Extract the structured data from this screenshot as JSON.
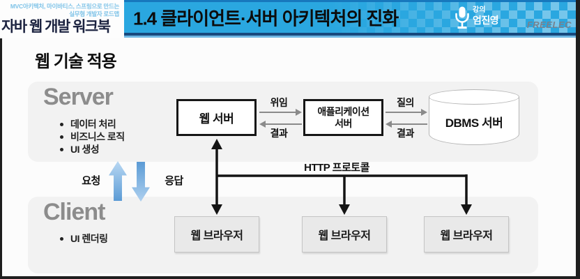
{
  "branding": {
    "tagline_line1": "MVC아키텍처, 마이바티스, 스프링으로 만드는",
    "tagline_line2": "실무형 개발자 로드맵",
    "book_title": "자바 웹 개발 워크북",
    "publisher": "FREELEC"
  },
  "header": {
    "slide_title": "1.4 클라이언트·서버 아키텍처의 진화",
    "lecture_label": "강의",
    "lecturer": "엄진영",
    "accent_color": "#2aa7e0",
    "underline_color": "#17497e"
  },
  "slide": {
    "heading": "웹 기술 적용",
    "server": {
      "title": "Server",
      "bullets": [
        "데이터 처리",
        "비즈니스 로직",
        "UI 생성"
      ]
    },
    "client": {
      "title": "Client",
      "bullets": [
        "UI 렌더링"
      ]
    },
    "nodes": {
      "web_server": "웹 서버",
      "app_server_line1": "애플리케이션",
      "app_server_line2": "서버",
      "dbms": "DBMS 서버",
      "browser": "웹 브라우저"
    },
    "edges": {
      "delegate": "위임",
      "result_back1": "결과",
      "query": "질의",
      "result_back2": "결과",
      "protocol": "HTTP 프로토콜",
      "request": "요청",
      "response": "응답"
    },
    "colors": {
      "request_arrow": "#5b9bd5",
      "panel_bg": "#f2f2f2",
      "connector_black": "#141414",
      "connector_gray": "#8a8a8a"
    }
  }
}
